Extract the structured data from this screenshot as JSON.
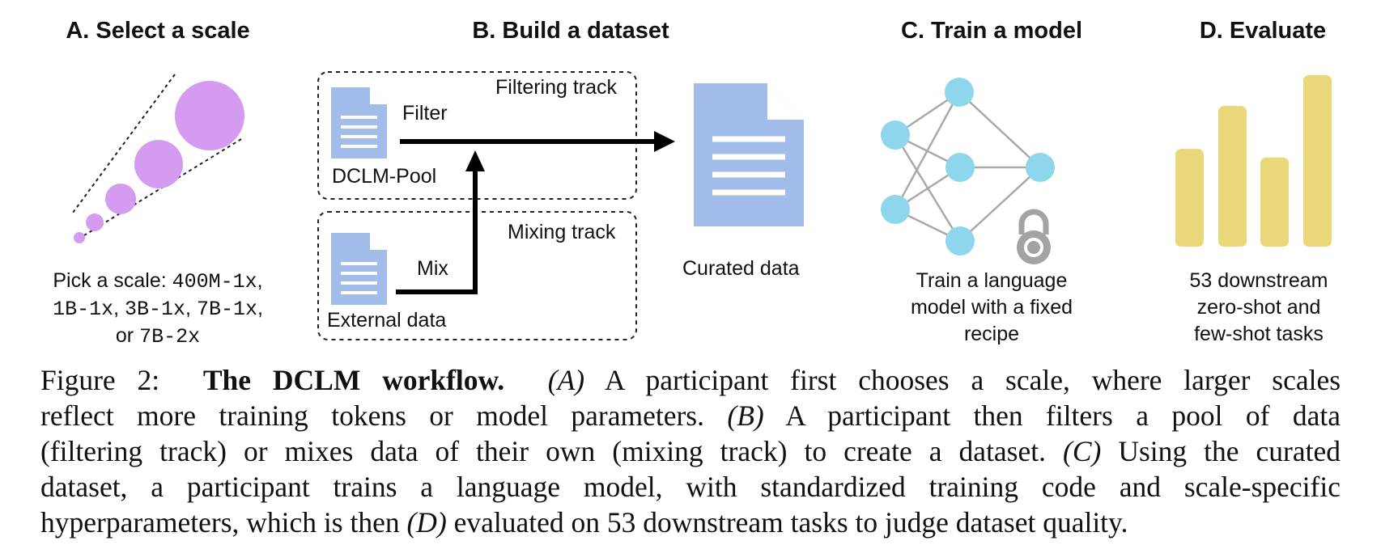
{
  "panels": {
    "a": {
      "title": "A. Select a scale",
      "caption_prefix": "Pick a scale: ",
      "scales": [
        "400M-1x",
        "1B-1x",
        "3B-1x",
        "7B-1x",
        "7B-2x"
      ],
      "sep": ",",
      "or": "or"
    },
    "b": {
      "title": "B. Build a dataset",
      "filtering_track": "Filtering track",
      "mixing_track": "Mixing track",
      "filter": "Filter",
      "mix": "Mix",
      "pool": "DCLM-Pool",
      "external": "External data",
      "curated": "Curated data"
    },
    "c": {
      "title": "C. Train a model",
      "caption_lines": [
        "Train a language",
        "model with a fixed",
        "recipe"
      ]
    },
    "d": {
      "title": "D. Evaluate",
      "caption_lines": [
        "53 downstream",
        "zero-shot and",
        "few-shot tasks"
      ],
      "bar_levels": [
        0.57,
        0.82,
        0.52,
        1.0
      ]
    }
  },
  "colors": {
    "circle": "#d59bf0",
    "doc": "#a2bde9",
    "node": "#8dd6ec",
    "edge": "#a9a9a9",
    "lock": "#a3a3a3",
    "bar": "#e9d77a"
  },
  "icons": [
    "document-icon",
    "lock-icon",
    "arrow-icon"
  ],
  "caption": {
    "figure_label": "Figure 2:",
    "bold_title": "The DCLM workflow.",
    "l1_a": "(A)",
    "l1_text": " A participant first chooses a scale, where larger scales",
    "l2_text": "reflect more training tokens or model parameters. ",
    "l2_b": "(B)",
    "l2_text2": " A participant then filters a pool of data",
    "l3_text": "(filtering track) or mixes data of their own (mixing track) to create a dataset. ",
    "l3_c": "(C)",
    "l3_text2": " Using the curated",
    "l4_text": "dataset, a participant trains a language model, with standardized training code and scale-specific",
    "l5_text": "hyperparameters, which is then ",
    "l5_d": "(D)",
    "l5_text2": " evaluated on 53 downstream tasks to judge dataset quality."
  }
}
